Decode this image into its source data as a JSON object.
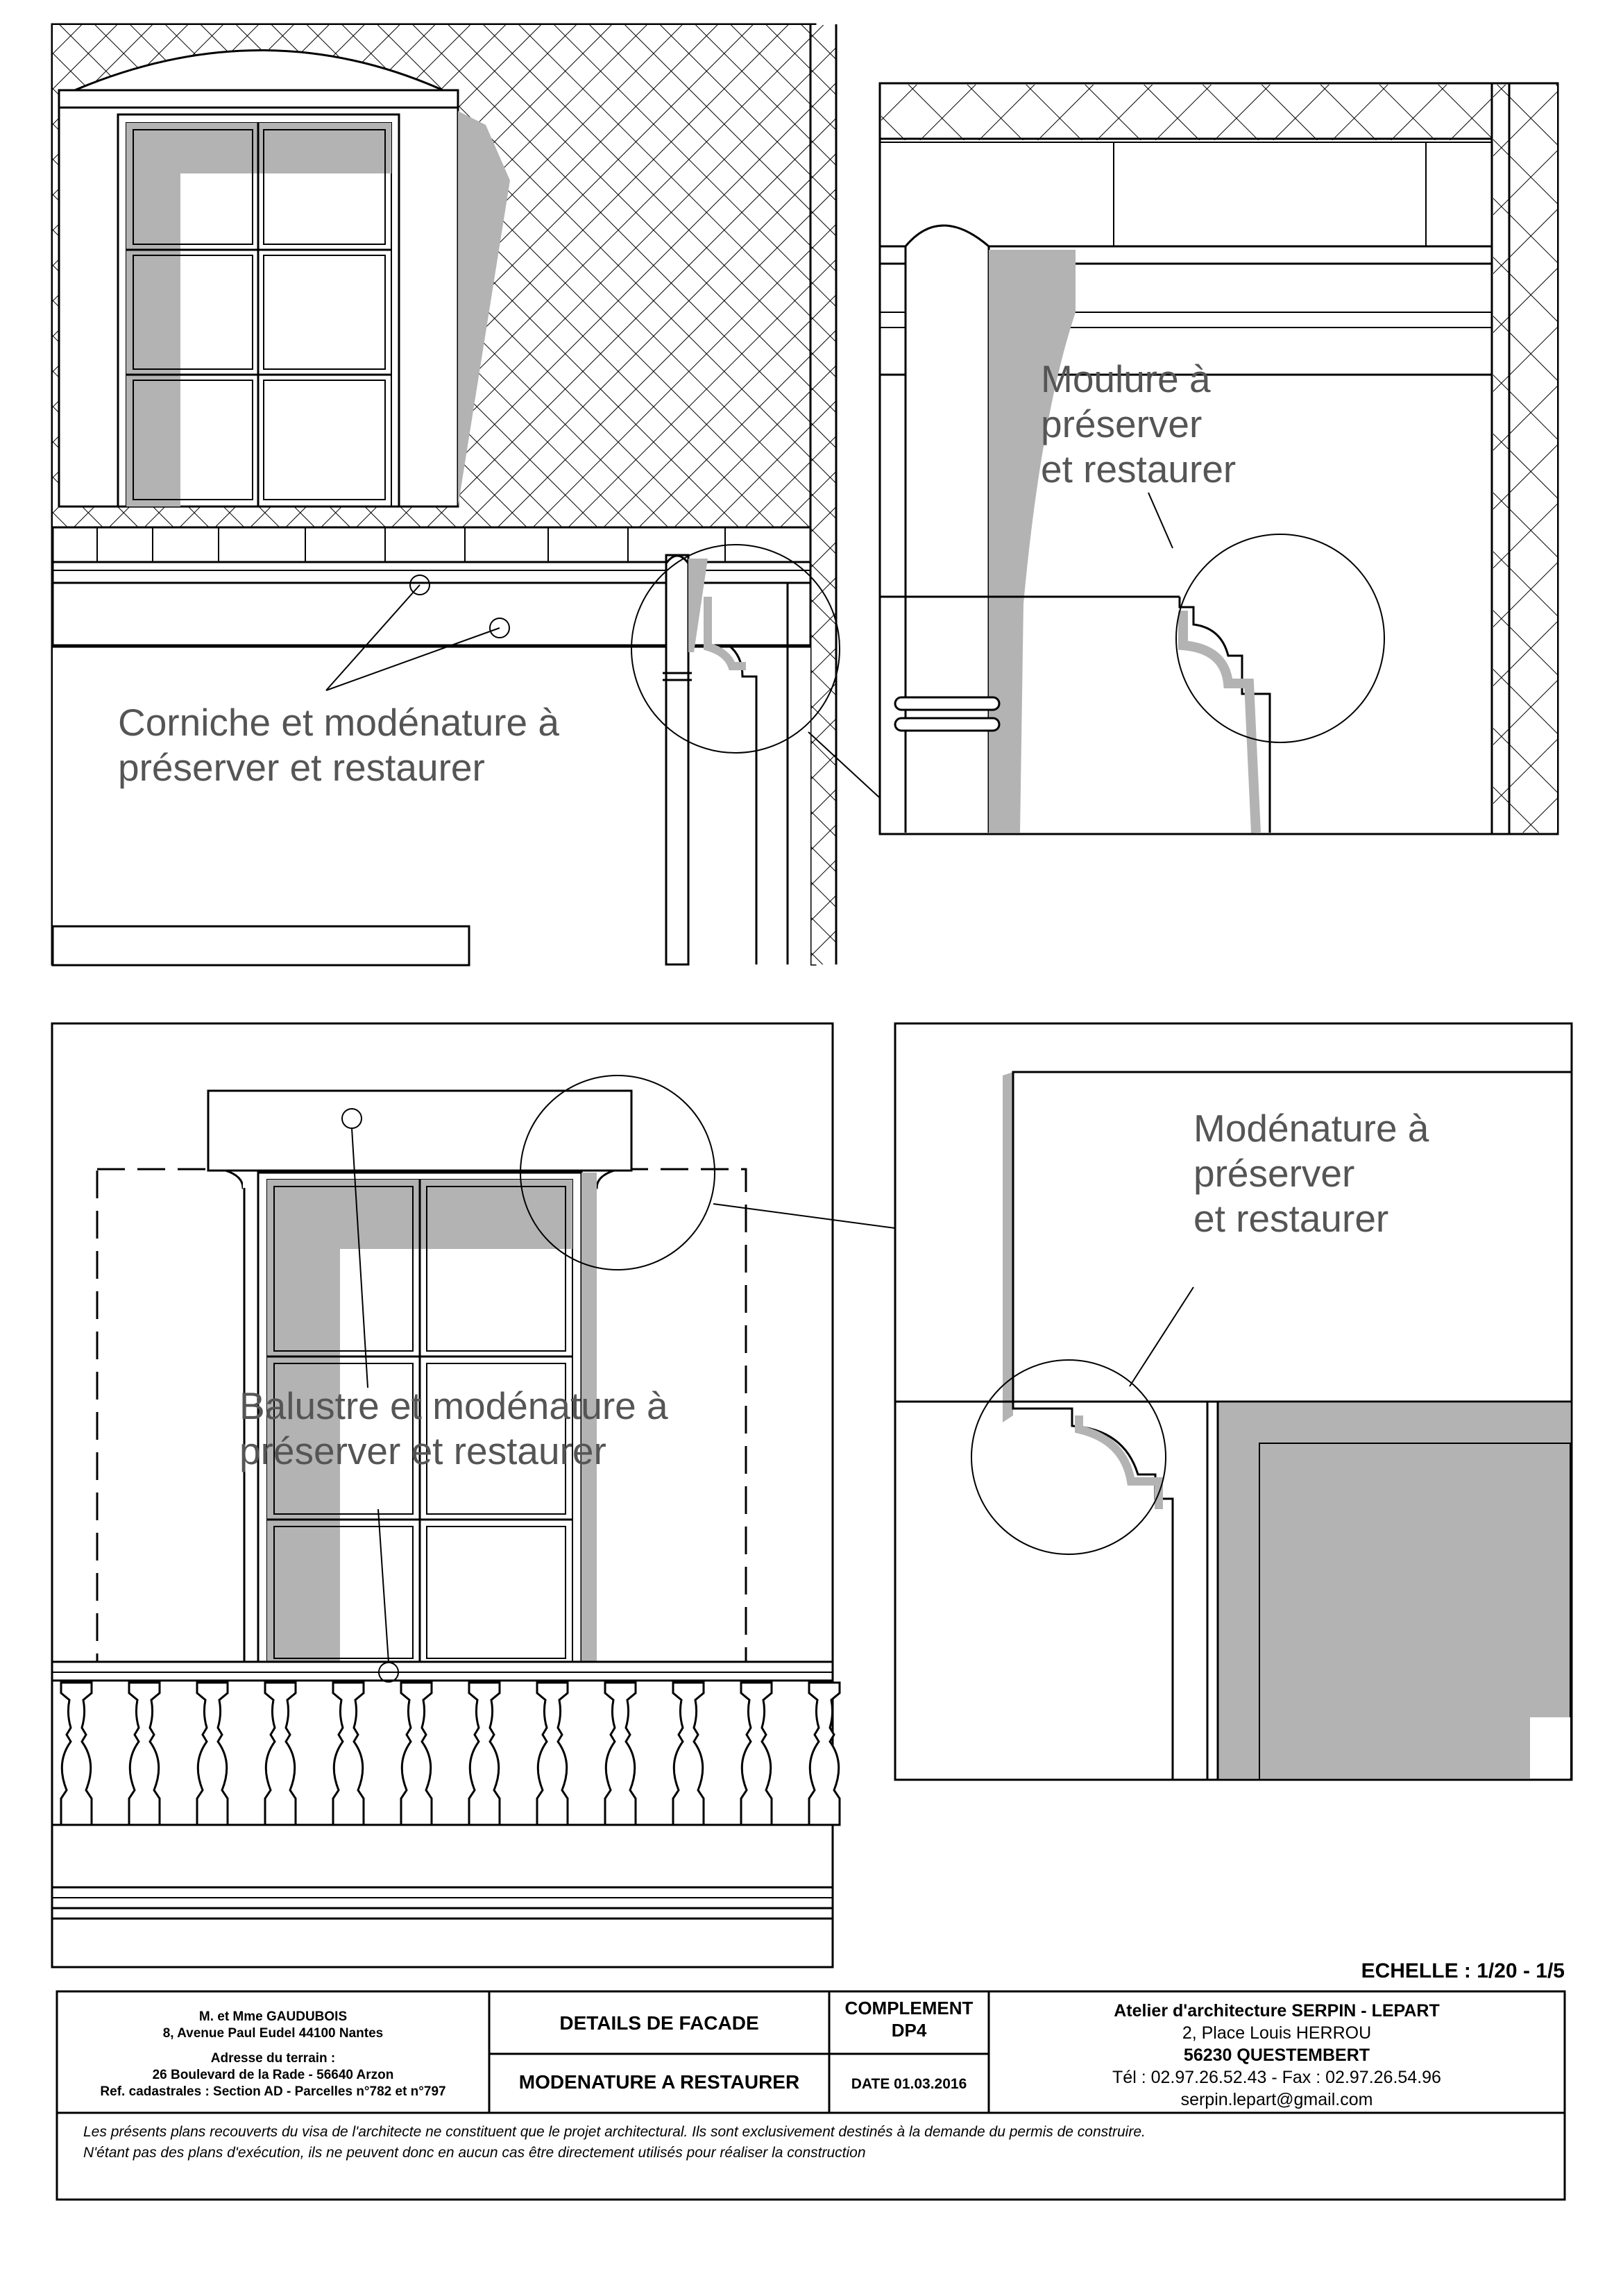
{
  "details": {
    "top_left_label_1": "Corniche et modénature à",
    "top_left_label_2": "préserver et restaurer",
    "top_right_label_1": "Moulure à",
    "top_right_label_2": "préserver",
    "top_right_label_3": "et restaurer",
    "bottom_left_label_1": "Balustre et modénature à",
    "bottom_left_label_2": "préserver et restaurer",
    "bottom_right_label_1": "Modénature à",
    "bottom_right_label_2": "préserver",
    "bottom_right_label_3": "et restaurer"
  },
  "scale": "ECHELLE : 1/20 - 1/5",
  "cartouche": {
    "client_name": "M. et Mme GAUDUBOIS",
    "client_address": "8, Avenue Paul Eudel 44100 Nantes",
    "site_heading": "Adresse du terrain :",
    "site_address": "26 Boulevard de la Rade - 56640 Arzon",
    "cadastral": "Ref. cadastrales : Section AD - Parcelles n°782 et n°797",
    "title": "DETAILS DE FACADE",
    "subtitle": "MODENATURE A RESTAURER",
    "complement": "COMPLEMENT",
    "dp": "DP4",
    "date": "DATE 01.03.2016",
    "architect": "Atelier d'architecture SERPIN - LEPART",
    "arch_street": "2, Place Louis HERROU",
    "arch_city": "56230 QUESTEMBERT",
    "arch_phone": "Tél : 02.97.26.52.43  - Fax : 02.97.26.54.96",
    "arch_email": "serpin.lepart@gmail.com",
    "disclaimer_1": "Les présents plans recouverts du visa de l'architecte ne constituent que le projet architectural. Ils sont exclusivement destinés à la demande du permis de construire.",
    "disclaimer_2": "N'étant pas des plans d'exécution, ils ne peuvent donc en aucun cas être directement utilisés pour réaliser la construction"
  }
}
